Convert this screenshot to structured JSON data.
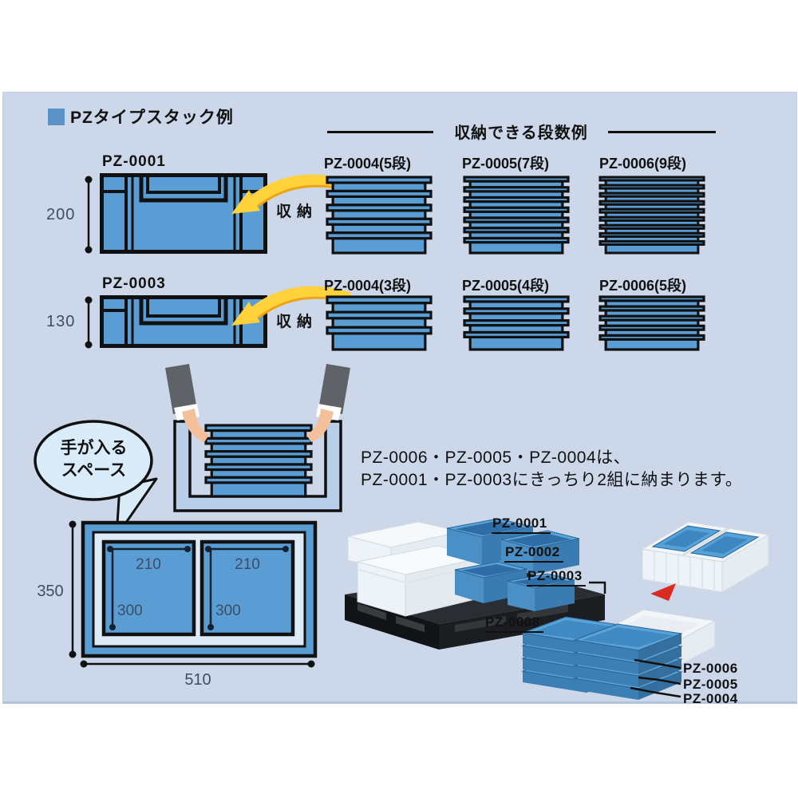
{
  "title": "PZタイプスタック例",
  "section_header": "収納できる段数例",
  "rows": [
    {
      "container": {
        "label": "PZ-0001",
        "height_dim": "200"
      },
      "action": "収納",
      "stacks": [
        {
          "label": "PZ-0004(5段)",
          "tiers": 5
        },
        {
          "label": "PZ-0005(7段)",
          "tiers": 7
        },
        {
          "label": "PZ-0006(9段)",
          "tiers": 9
        }
      ]
    },
    {
      "container": {
        "label": "PZ-0003",
        "height_dim": "130"
      },
      "action": "収納",
      "stacks": [
        {
          "label": "PZ-0004(3段)",
          "tiers": 3
        },
        {
          "label": "PZ-0005(4段)",
          "tiers": 4
        },
        {
          "label": "PZ-0006(5段)",
          "tiers": 5
        }
      ]
    }
  ],
  "hands": {
    "stack_tiers": 5
  },
  "bubble": {
    "line1": "手が入る",
    "line2": "スペース"
  },
  "top_view": {
    "outer_width": "510",
    "outer_height": "350",
    "slot_width": "210",
    "slot_height": "300"
  },
  "note": {
    "line1": "PZ-0006・PZ-0005・PZ-0004は、",
    "line2": "PZ-0001・PZ-0003にきっちり2組に納まります。"
  },
  "photo_labels": {
    "pz0001": "PZ-0001",
    "pz0002": "PZ-0002",
    "pz0003": "PZ-0003",
    "pz0008": "PZ-0008",
    "pz0006": "PZ-0006",
    "pz0005": "PZ-0005",
    "pz0004": "PZ-0004"
  },
  "colors": {
    "panel_bg": "#ccd8ea",
    "container_blue": "#599dd4",
    "pale_blue": "#dcebf7",
    "bubble_fill": "#daecfa",
    "arrow_yellow": "#ffd23c",
    "arrow_yellow_shade": "#eda414",
    "red_arrow": "#d92b1f",
    "outline": "#111111",
    "dim_text": "#3e4d66"
  }
}
